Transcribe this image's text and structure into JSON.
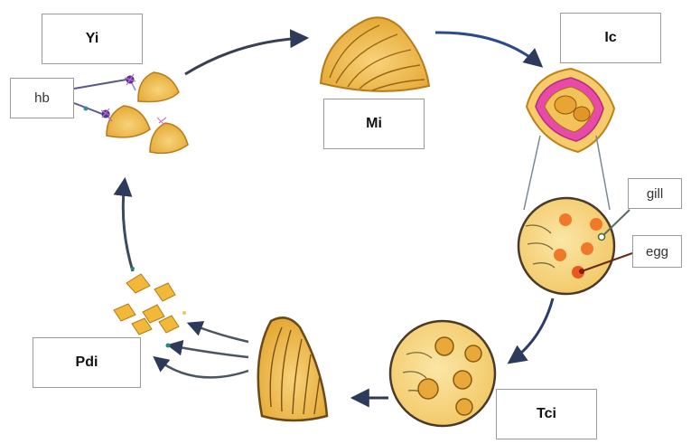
{
  "labels": {
    "yi": "Yi",
    "mi": "Mi",
    "ic": "Ic",
    "hb": "hb",
    "gill": "gill",
    "egg": "egg",
    "tci": "Tci",
    "pdi": "Pdi"
  }
}
